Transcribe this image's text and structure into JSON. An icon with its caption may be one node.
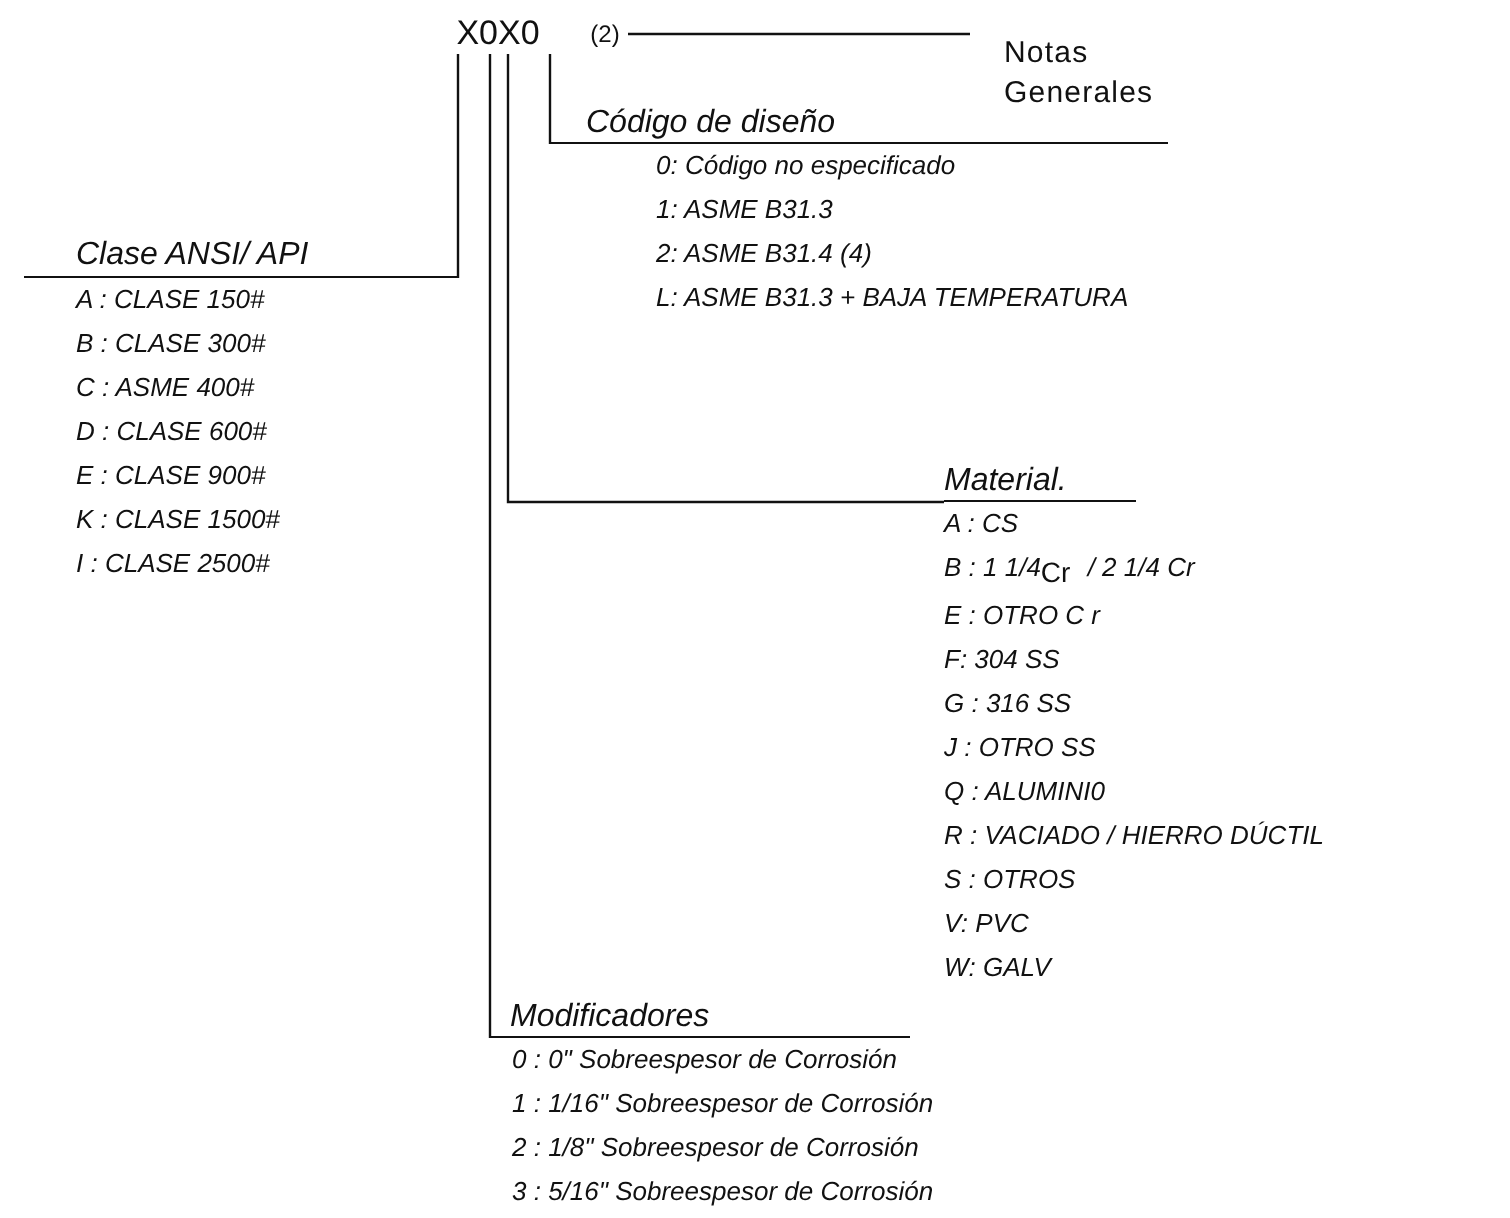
{
  "diagram": {
    "nodes": [
      {
        "text": [
          "X0X0"
        ]
      },
      {
        "text": [
          "(2)"
        ]
      },
      {
        "text": [
          "Notas Generales"
        ]
      },
      {
        "text": [
          "Código de diseño",
          "0: Código no especificado",
          "1: ASME B31.3",
          "2: ASME B31.4 (4)",
          "L: ASME B31.3 + BAJA TEMPERATURA"
        ]
      },
      {
        "text": [
          "Clase ANSI/ API",
          "A : CLASE 150#",
          "B : CLASE 300#",
          "C : ASME 400#",
          "D : CLASE 600#",
          "E : CLASE 900#",
          "K : CLASE 1500#",
          "I : CLASE 2500#"
        ]
      },
      {
        "text": [
          "Material.",
          "A : CS",
          "B : 1 1/4$_{Cr}$ / 2 1/4 Cr",
          "E : OTRO C r",
          "F: 304 SS",
          "G : 316 SS",
          "J : OTRO SS",
          "Q : ALUMINI0",
          "R : VACIADO / HIERRO DÚCTIL",
          "S : OTROS",
          "V: PVC",
          "W: GALV"
        ]
      },
      {
        "text": [
          "Modificadores",
          "0 :  0\" Sobreespesor de Corrosión",
          "1 :  1/16\" Sobreespesor de Corrosión",
          "2 :  1/8\" Sobreespesor de Corrosión",
          "3 :  5/16\" Sobreespesor de Corrosión"
        ]
      }
    ],
    "edges": [
      {
        "from": 0,
        "to": 3,
        "arrow": "none"
      },
      {
        "from": 0,
        "to": 4,
        "arrow": "none"
      },
      {
        "from": 0,
        "to": 5,
        "arrow": "none"
      },
      {
        "from": 0,
        "to": 6,
        "arrow": "none"
      },
      {
        "from": 1,
        "to": 2,
        "arrow": "none"
      }
    ]
  }
}
